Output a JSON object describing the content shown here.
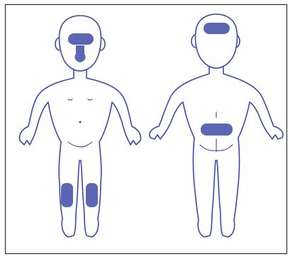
{
  "colors": {
    "outline": "#3d4aa8",
    "highlight": "#5b66b4",
    "frame": "#1a1a1a"
  },
  "figures": [
    {
      "view": "front",
      "highlighted_regions": [
        "forehead",
        "nose-mouth",
        "left-knee",
        "right-knee"
      ]
    },
    {
      "view": "back",
      "highlighted_regions": [
        "back-of-head",
        "lower-back"
      ]
    }
  ]
}
